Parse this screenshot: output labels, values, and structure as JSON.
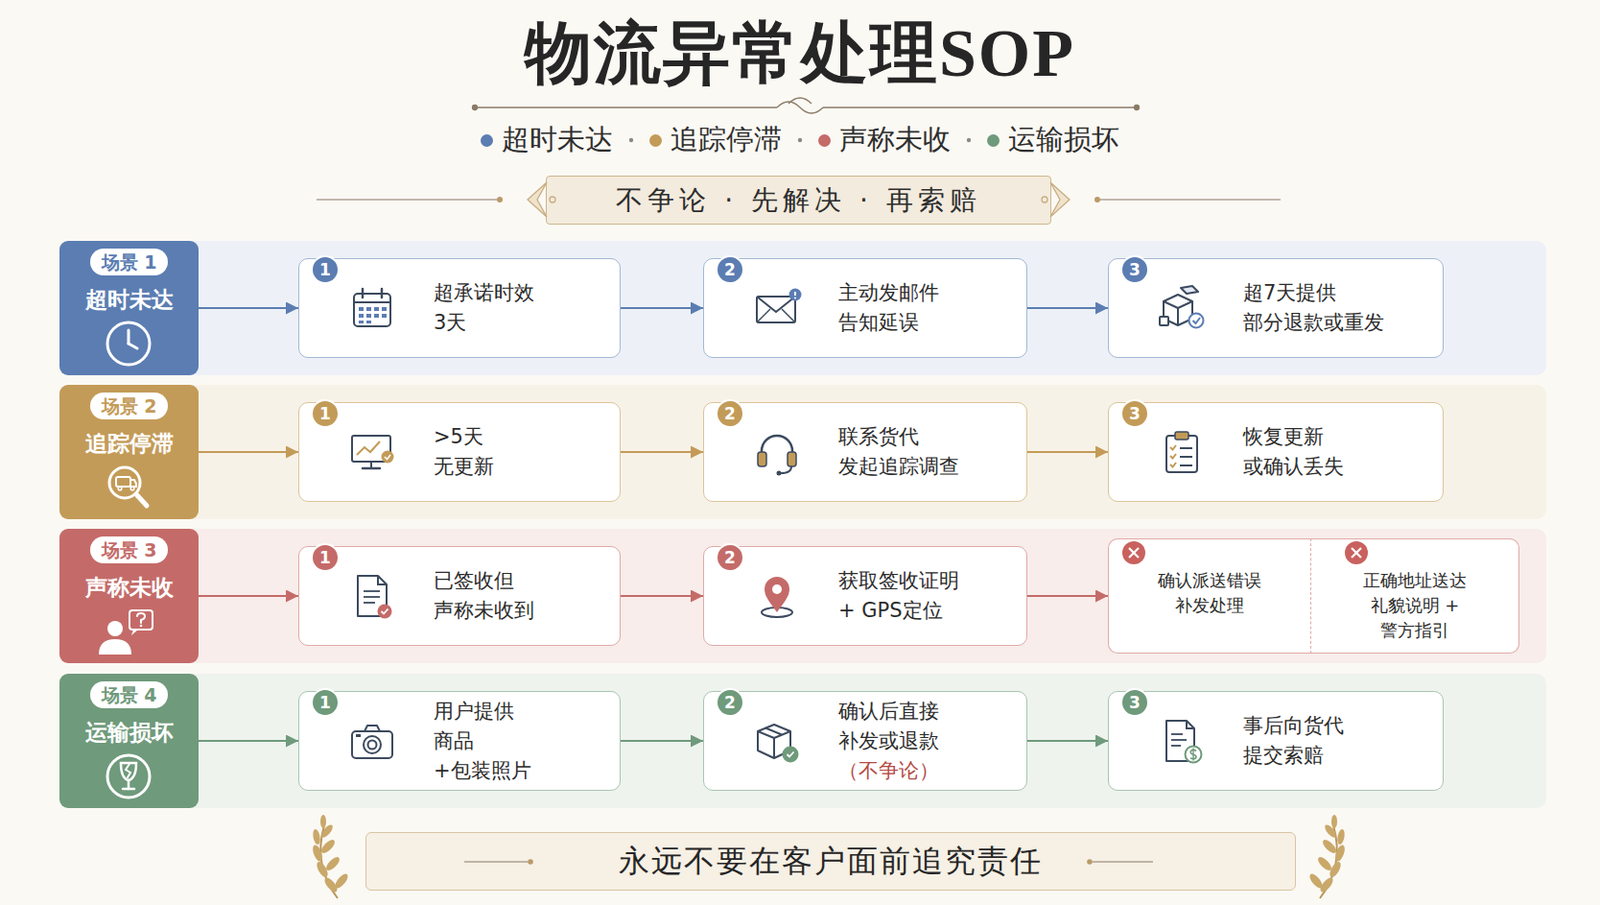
{
  "diagram": {
    "title": "物流异常处理SOP",
    "nodes": [
      {
        "text": [
          "不争论 · 先解决 · 再索赔"
        ]
      },
      {
        "text": [
          "场景 1",
          "超时未达"
        ]
      },
      {
        "text": [
          "超承诺时效 3天"
        ]
      },
      {
        "text": [
          "1"
        ],
        "in": 2
      },
      {
        "text": [
          "主动发邮件 告知延误"
        ]
      },
      {
        "text": [
          "2"
        ],
        "in": 4
      },
      {
        "text": [
          "超7天提供 部分退款或重发"
        ]
      },
      {
        "text": [
          "3"
        ],
        "in": 6
      },
      {
        "text": [
          "场景 2",
          "追踪停滞"
        ]
      },
      {
        "text": [
          ">5天 无更新"
        ]
      },
      {
        "text": [
          "1"
        ],
        "in": 9
      },
      {
        "text": [
          "联系货代 发起追踪调查"
        ]
      },
      {
        "text": [
          "2"
        ],
        "in": 11
      },
      {
        "text": [
          "恢复更新 或确认丢失"
        ]
      },
      {
        "text": [
          "3"
        ],
        "in": 13
      },
      {
        "text": [
          "场景 3",
          "声称未收"
        ]
      },
      {
        "text": [
          "已签收但 声称未收到"
        ]
      },
      {
        "text": [
          "1"
        ],
        "in": 16
      },
      {
        "text": [
          "获取签收证明 + GPS定位"
        ]
      },
      {
        "text": [
          "2"
        ],
        "in": 18
      },
      {
        "text": [
          "确认派送错误 补发处理"
        ]
      },
      {
        "text": [
          "正确地址送达 礼貌说明 + 警方指引"
        ]
      },
      {
        "text": [
          "场景 4",
          "运输损坏"
        ]
      },
      {
        "text": [
          "用户提供 商品+包装照片"
        ]
      },
      {
        "text": [
          "1"
        ],
        "in": 23
      },
      {
        "text": [
          "确认后直接 补发或退款",
          "（不争论）"
        ]
      },
      {
        "text": [
          "2"
        ],
        "in": 25
      },
      {
        "text": [
          "事后向货代 提交索赔"
        ]
      },
      {
        "text": [
          "3"
        ],
        "in": 27
      },
      {
        "text": [
          "永远不要在客户面前追究责任"
        ]
      }
    ],
    "edges": [
      {
        "from": 1,
        "to": 2,
        "arrow": "to"
      },
      {
        "from": 2,
        "to": 4,
        "arrow": "to"
      },
      {
        "from": 4,
        "to": 6,
        "arrow": "to"
      },
      {
        "from": 8,
        "to": 9,
        "arrow": "to"
      },
      {
        "from": 9,
        "to": 11,
        "arrow": "to"
      },
      {
        "from": 11,
        "to": 13,
        "arrow": "to"
      },
      {
        "from": 15,
        "to": 16,
        "arrow": "to"
      },
      {
        "from": 16,
        "to": 18,
        "arrow": "to"
      },
      {
        "from": 18,
        "to": 20,
        "arrow": "to"
      },
      {
        "from": 22,
        "to": 23,
        "arrow": "to"
      },
      {
        "from": 23,
        "to": 25,
        "arrow": "to"
      },
      {
        "from": 25,
        "to": 27,
        "arrow": "to"
      }
    ],
    "legend": [
      {
        "text": "超时未达",
        "color": "#5b7db2"
      },
      {
        "text": "追踪停滞",
        "color": "#c39b58"
      },
      {
        "text": "声称未收",
        "color": "#c46b69"
      },
      {
        "text": "运输损坏",
        "color": "#6f9a7b"
      }
    ]
  }
}
